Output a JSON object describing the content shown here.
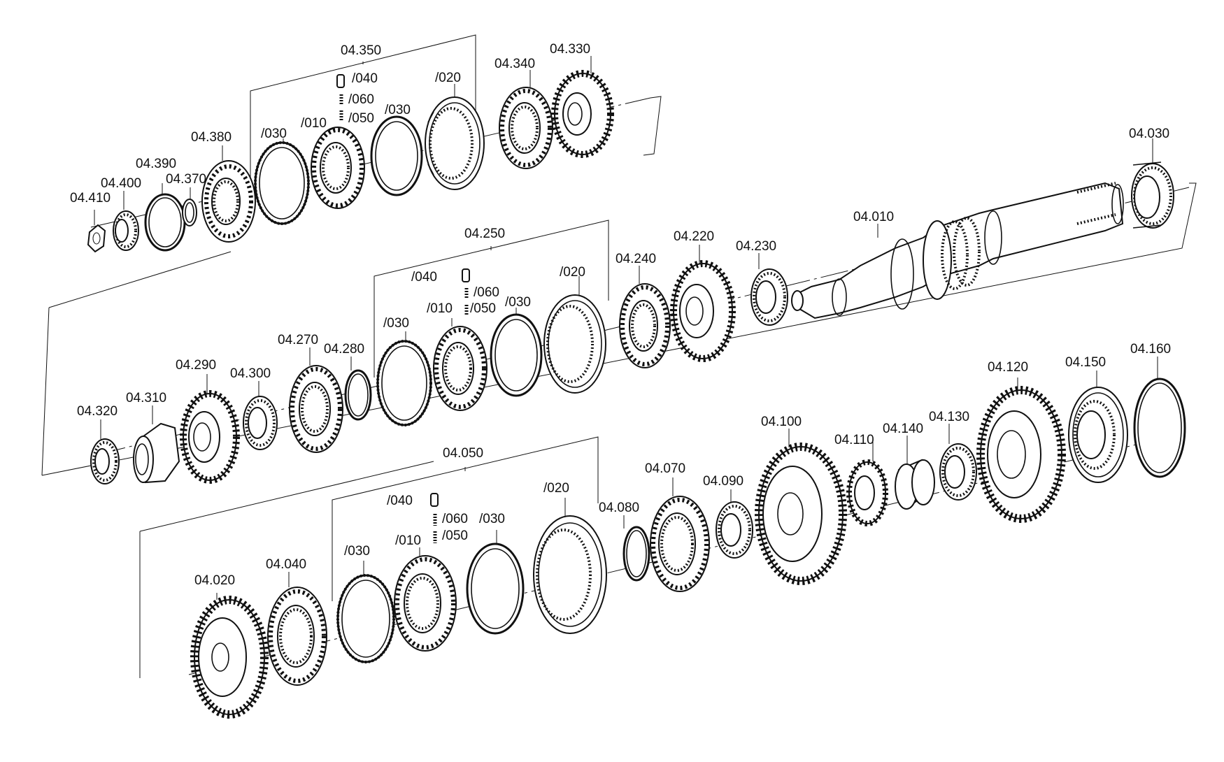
{
  "drawing": {
    "line_color": "#111111",
    "background": "#ffffff"
  },
  "labels": {
    "l04_350": "04.350",
    "l040_a": "/040",
    "l060_a": "/060",
    "l050_a": "/050",
    "l010_a": "/010",
    "l030_a1": "/030",
    "l030_a2": "/030",
    "l020_a": "/020",
    "l04_340": "04.340",
    "l04_330": "04.330",
    "l04_380": "04.380",
    "l04_390": "04.390",
    "l04_400": "04.400",
    "l04_370": "04.370",
    "l04_410": "04.410",
    "l04_030": "04.030",
    "l04_010": "04.010",
    "l04_250": "04.250",
    "l040_b": "/040",
    "l060_b": "/060",
    "l050_b": "/050",
    "l010_b": "/010",
    "l030_b1": "/030",
    "l030_b2": "/030",
    "l020_b": "/020",
    "l04_240": "04.240",
    "l04_220": "04.220",
    "l04_230": "04.230",
    "l04_270": "04.270",
    "l04_280": "04.280",
    "l04_290": "04.290",
    "l04_300": "04.300",
    "l04_310": "04.310",
    "l04_320": "04.320",
    "l04_050": "04.050",
    "l040_c": "/040",
    "l060_c": "/060",
    "l050_c": "/050",
    "l010_c": "/010",
    "l030_c1": "/030",
    "l030_c2": "/030",
    "l020_c": "/020",
    "l04_080": "04.080",
    "l04_070": "04.070",
    "l04_090": "04.090",
    "l04_100": "04.100",
    "l04_110": "04.110",
    "l04_140": "04.140",
    "l04_130": "04.130",
    "l04_120": "04.120",
    "l04_150": "04.150",
    "l04_160": "04.160",
    "l04_020": "04.020",
    "l04_040": "04.040"
  }
}
